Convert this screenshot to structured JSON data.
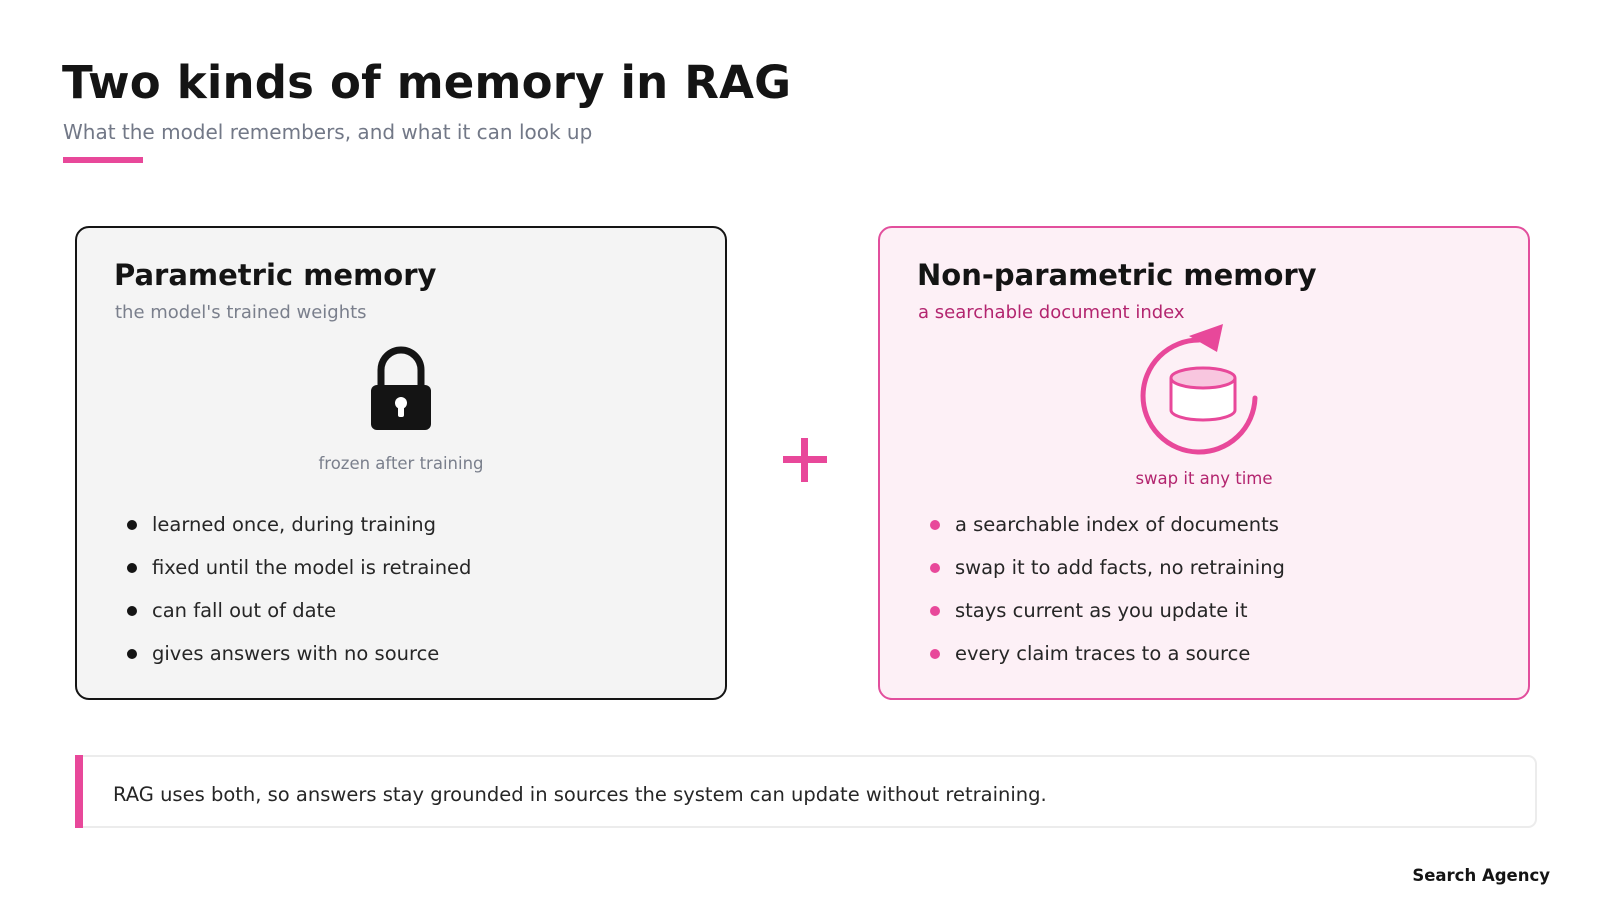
{
  "header": {
    "title": "Two kinds of memory in RAG",
    "subtitle": "What the model remembers, and what it can look up"
  },
  "colors": {
    "accent": "#e8489a",
    "accent_dark": "#b3256f",
    "ink": "#141414",
    "left_card_bg": "#f4f4f4",
    "right_card_bg": "#fdf0f6"
  },
  "cards": [
    {
      "title": "Parametric memory",
      "subtitle": "the model's trained weights",
      "icon": "lock-icon",
      "caption": "frozen after training",
      "bullets": [
        "learned once, during training",
        "fixed until the model is retrained",
        "can fall out of date",
        "gives answers with no source"
      ]
    },
    {
      "title": "Non-parametric memory",
      "subtitle": "a searchable document index",
      "icon": "database-refresh-icon",
      "caption": "swap it any time",
      "bullets": [
        "a searchable index of documents",
        "swap it to add facts, no retraining",
        "stays current as you update it",
        "every claim traces to a source"
      ]
    }
  ],
  "connector": {
    "icon": "plus-icon"
  },
  "callout": {
    "text": "RAG uses both, so answers stay grounded in sources the system can update without retraining."
  },
  "footer": {
    "brand": "Search Agency"
  }
}
